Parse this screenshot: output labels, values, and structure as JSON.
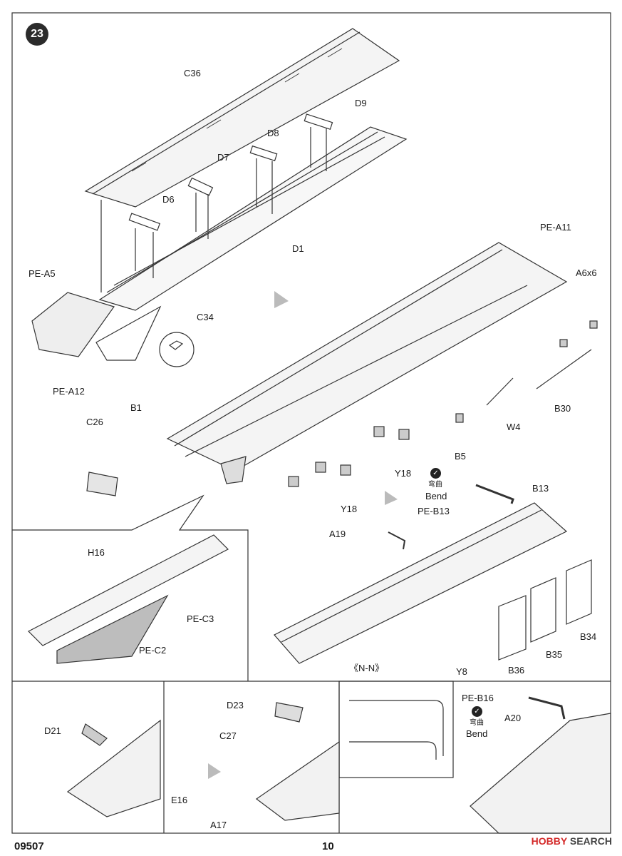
{
  "step_number": "23",
  "labels": {
    "C36": "C36",
    "D9": "D9",
    "D8": "D8",
    "D7": "D7",
    "D6": "D6",
    "D1": "D1",
    "PE_A5": "PE-A5",
    "PE_A12": "PE-A12",
    "C34": "C34",
    "B1": "B1",
    "PE_A11": "PE-A11",
    "A6x6": "A6x6",
    "B30": "B30",
    "W4": "W4",
    "B5": "B5",
    "Y18a": "Y18",
    "Y18b": "Y18",
    "C26": "C26",
    "B13": "B13",
    "PE_B13": "PE-B13",
    "A19": "A19",
    "H16": "H16",
    "PE_C3": "PE-C3",
    "PE_C2": "PE-C2",
    "B34": "B34",
    "B35": "B35",
    "B36": "B36",
    "Y8": "Y8",
    "NN": "《N-N》",
    "D21": "D21",
    "D23": "D23",
    "C27": "C27",
    "E16": "E16",
    "A17": "A17",
    "PE_B16": "PE-B16",
    "A20": "A20"
  },
  "bend": {
    "cn": "弯曲",
    "en": "Bend"
  },
  "footer": {
    "code": "09507",
    "page": "10"
  },
  "watermark": {
    "brand": "HOBBY",
    "rest": "SEARCH"
  }
}
